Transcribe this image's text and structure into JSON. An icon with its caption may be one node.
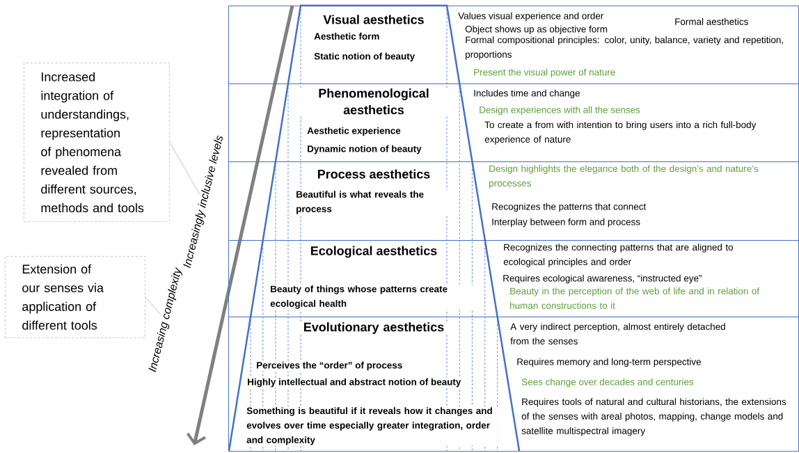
{
  "diagram": {
    "nodes": [
      {
        "text": [
          "Increased integration of understandings, representation of phenomena revealed from different sources, methods and tools"
        ]
      },
      {
        "text": [
          "Extension of our senses via application of different tools"
        ]
      },
      {
        "text": [
          "Increasingly inclusive levels"
        ]
      },
      {
        "text": [
          "Increasing complexity"
        ]
      },
      {
        "text": [
          "Visual aesthetics",
          "Aesthetic form",
          "Static notion of beauty",
          "Values visual experience and order",
          "Formal aesthetics",
          "Object shows up as objective form",
          "Formal compositional principles: color, unity, balance, variety and repetition, proportions",
          "Present the visual power of nature"
        ]
      },
      {
        "text": [
          "Phenomenological aesthetics",
          "Aesthetic experience",
          "Dynamic notion of beauty",
          "Includes time and change",
          "Design experiences with all the senses",
          "To create a from with intention to bring users into a rich full-body experience of nature"
        ]
      },
      {
        "text": [
          "Process aesthetics",
          "Beautiful is what reveals the process",
          "Design highlights the elegance both of the design’s and nature’s processes",
          "Recognizes the patterns that connect",
          "Interplay between form and process"
        ]
      },
      {
        "text": [
          "Ecological aesthetics",
          "Beauty of things whose patterns create ecological health",
          "Recognizes the connecting patterns that are aligned to ecological principles and order",
          "Requires ecological awareness, “instructed eye”",
          "Beauty in the perception of the web of life and in relation of human constructions to it"
        ]
      },
      {
        "text": [
          "Evolutionary aesthetics",
          "Perceives the “order” of process",
          "Highly intellectual and abstract notion of beauty",
          "Something is beautiful if it reveals how it changes and evolves over time especially greater integration, order and complexity",
          "A very indirect perception, almost entirely detached from the senses",
          "Requires memory and long-term perspective",
          "Sees change over decades and centuries",
          "Requires tools of natural and cultural historians, the extensions of the senses with areal photos, mapping, change models and satellite multispectral imagery"
        ]
      }
    ],
    "edges": [
      {
        "from": 0,
        "to": 2,
        "arrow": "none"
      },
      {
        "from": 1,
        "to": 3,
        "arrow": "none"
      }
    ]
  }
}
